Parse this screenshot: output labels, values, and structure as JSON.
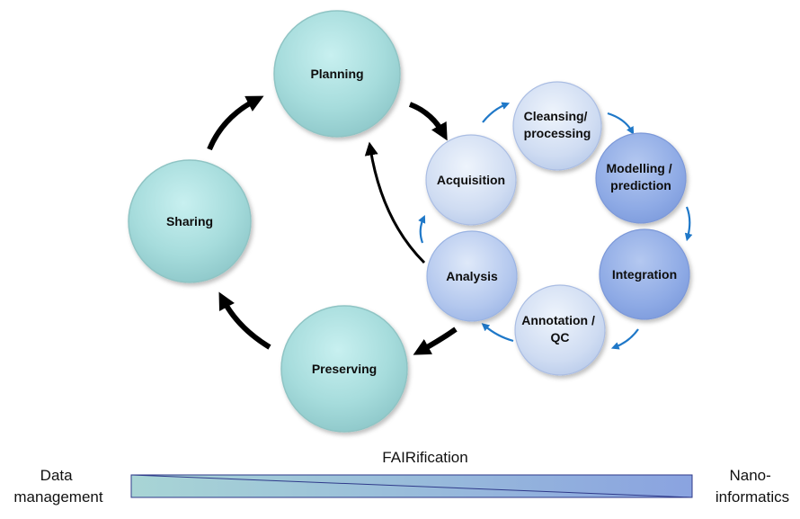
{
  "outer_cycle": {
    "nodes": [
      {
        "key": "planning",
        "lines": [
          "Planning"
        ]
      },
      {
        "key": "sharing",
        "lines": [
          "Sharing"
        ]
      },
      {
        "key": "preserving",
        "lines": [
          "Preserving"
        ]
      }
    ]
  },
  "inner_cycle": {
    "nodes": [
      {
        "key": "acquisition",
        "lines": [
          "Acquisition"
        ]
      },
      {
        "key": "cleansing",
        "lines": [
          "Cleansing/",
          "processing"
        ]
      },
      {
        "key": "modelling",
        "lines": [
          "Modelling /",
          "prediction"
        ]
      },
      {
        "key": "integration",
        "lines": [
          "Integration"
        ]
      },
      {
        "key": "annotation",
        "lines": [
          "Annotation /",
          "QC"
        ]
      },
      {
        "key": "analysis",
        "lines": [
          "Analysis"
        ]
      }
    ]
  },
  "scale": {
    "center_label": "FAIRification",
    "left_label_lines": [
      "Data",
      "management"
    ],
    "right_label_lines": [
      "Nano-",
      "informatics"
    ]
  },
  "colors": {
    "outer_fill": "#a6dcdc",
    "outer_stroke": "#8fc4c4",
    "inner_light": "#d4e2f5",
    "inner_mid": "#b0c8ee",
    "inner_dark": "#8eaae5",
    "arrow_black": "#000000",
    "arrow_blue": "#1f78c8",
    "bar_left": "#a8d5d5",
    "bar_right": "#8aa3e0",
    "bar_stroke": "#2f3a8a"
  }
}
